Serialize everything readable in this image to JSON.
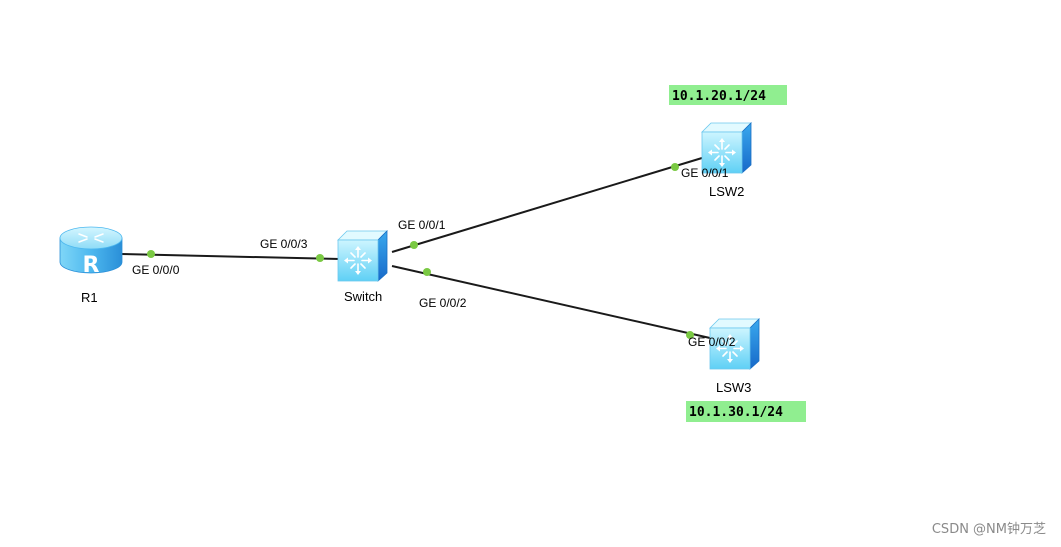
{
  "colors": {
    "link": "#1a1a1a",
    "port_dot": "#7ac943",
    "ip_box": "#90ee90",
    "device_light": "#a8ecff",
    "device_mid": "#4fc3f7",
    "device_dark": "#1e90ff"
  },
  "devices": {
    "r1": {
      "name": "R1",
      "icon": "router-icon"
    },
    "switch": {
      "name": "Switch",
      "icon": "switch-icon"
    },
    "lsw2": {
      "name": "LSW2",
      "icon": "switch-icon"
    },
    "lsw3": {
      "name": "LSW3",
      "icon": "switch-icon"
    }
  },
  "links": [
    {
      "from": "R1",
      "from_port": "GE 0/0/0",
      "to": "Switch",
      "to_port": "GE 0/0/3"
    },
    {
      "from": "Switch",
      "from_port": "GE 0/0/1",
      "to": "LSW2",
      "to_port": "GE 0/0/1"
    },
    {
      "from": "Switch",
      "from_port": "GE 0/0/2",
      "to": "LSW3",
      "to_port": "GE 0/0/2"
    }
  ],
  "ip_labels": {
    "lsw2": "10.1.20.1/24",
    "lsw3": "10.1.30.1/24"
  },
  "watermark": "CSDN @NM钟万芝"
}
